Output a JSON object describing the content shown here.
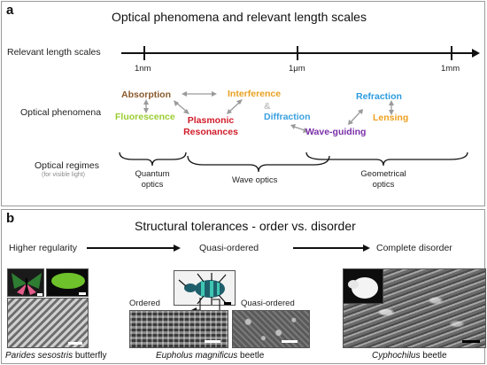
{
  "panel_a": {
    "letter": "a",
    "title": "Optical phenomena and relevant length scales",
    "row_labels": {
      "length_scales": "Relevant length scales",
      "phenomena": "Optical phenomena",
      "regimes": "Optical regimes",
      "regimes_note": "(for visible light)"
    },
    "ticks": [
      "1nm",
      "1μm",
      "1mm"
    ],
    "phenomena": {
      "absorption": "Absorption",
      "fluorescence": "Fluorescence",
      "plasmonic_1": "Plasmonic",
      "plasmonic_2": "Resonances",
      "interference": "Interference",
      "ampersand": "&",
      "diffraction": "Diffraction",
      "refraction": "Refraction",
      "lensing": "Lensing",
      "wave_guiding": "Wave-guiding"
    },
    "regimes": {
      "quantum_1": "Quantum",
      "quantum_2": "optics",
      "wave": "Wave optics",
      "geometrical_1": "Geometrical",
      "geometrical_2": "optics"
    },
    "colors": {
      "absorption": "#8b5a2b",
      "fluorescence": "#9acd32",
      "plasmonic": "#d01c2a",
      "interference": "#e8a020",
      "diffraction": "#3aa0e0",
      "refraction": "#2b9be0",
      "lensing": "#f0a020",
      "wave_guiding": "#7a2fa8",
      "arrow": "#9a9a9a"
    }
  },
  "panel_b": {
    "letter": "b",
    "title": "Structural tolerances - order vs. disorder",
    "scale": [
      "Higher regularity",
      "Quasi-ordered",
      "Complete disorder"
    ],
    "images": {
      "ordered_label": "Ordered",
      "quasi_label": "Quasi-ordered"
    },
    "captions": {
      "parides_italic": "Parides sesostris",
      "parides_rest": " butterfly",
      "eupholus_italic": "Eupholus magnificus",
      "eupholus_rest": " beetle",
      "cyphochilus_italic": "Cyphochilus",
      "cyphochilus_rest": " beetle"
    }
  }
}
